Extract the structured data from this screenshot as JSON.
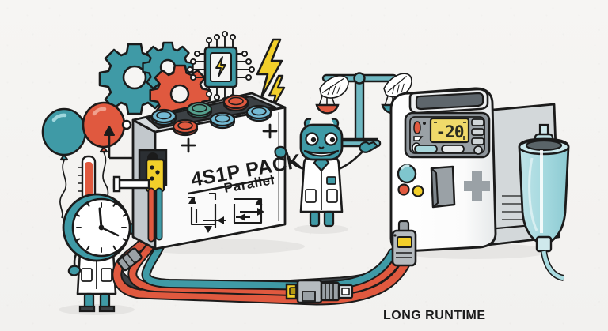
{
  "illustration": {
    "title": "Portable medical suction device powered by a 4S1P battery pack",
    "style": "flat vector line illustration on off-white paper texture",
    "background_color": "#f4f3f1"
  },
  "palette": {
    "teal": "#3f9aa6",
    "teal_light": "#7fc6ce",
    "teal_pale": "#a9dbe0",
    "red": "#e0593f",
    "red_light": "#ec8b72",
    "yellow": "#f2cf2a",
    "yellow_pale": "#f6e38a",
    "gray_dark": "#3c4145",
    "gray_mid": "#8d949a",
    "gray_light": "#c7cdd1",
    "white": "#ffffff",
    "ink": "#1b1b1b"
  },
  "caption": {
    "text": "LONG RUNTIME"
  },
  "battery": {
    "label_main": "4S1P PACK",
    "label_sub": "Parallel",
    "terminal_positive_left": "+",
    "terminal_positive_right": "+",
    "cell_caps": [
      {
        "name": "cap-rear-left",
        "color": "#5aa8c4"
      },
      {
        "name": "cap-rear-mid",
        "color": "#4f9e8a"
      },
      {
        "name": "cap-rear-right",
        "color": "#e0593f"
      },
      {
        "name": "cap-front-left",
        "color": "#e0593f"
      },
      {
        "name": "cap-front-mid",
        "color": "#5aa8c4"
      },
      {
        "name": "cap-front-right",
        "color": "#5aa8c4"
      }
    ],
    "connector_block_color": "#f2cf2a",
    "wire_red": "#e0593f",
    "wire_teal": "#3f9aa6"
  },
  "machine": {
    "display_value": "-20",
    "display_backlight": "#f0da6a",
    "cross_symbol": "+",
    "buttons": [
      {
        "name": "round-button-teal",
        "color": "#7fc6ce"
      },
      {
        "name": "round-button-red",
        "color": "#e0593f"
      },
      {
        "name": "round-button-yellow",
        "color": "#f2cf2a"
      }
    ],
    "panel_soft_keys": 4,
    "canister_color": "#a9dbe0"
  },
  "icons": [
    {
      "name": "gear-large-icon",
      "color": "#3f9aa6"
    },
    {
      "name": "gear-small-icon",
      "color": "#3f9aa6"
    },
    {
      "name": "gear-red-icon",
      "color": "#e0593f"
    },
    {
      "name": "microchip-icon",
      "color": "#3f9aa6",
      "inner": "lightning-bolt"
    },
    {
      "name": "lightning-bolt-large-icon",
      "color": "#f2cf2a"
    },
    {
      "name": "lightning-bolt-small-icon",
      "color": "#f2cf2a"
    },
    {
      "name": "balance-scale-icon",
      "color": "#3f9aa6",
      "pan_left": "#e0593f",
      "pan_right": "#3f9aa6",
      "contents": "feather"
    }
  ],
  "characters": [
    {
      "name": "clock-character",
      "head": "analog-clock-face",
      "outfit": "lab-coat",
      "accessories": [
        "balloon-teal",
        "balloon-red",
        "thermometer"
      ]
    },
    {
      "name": "robot-character",
      "head": "teal-robot-face",
      "outfit": "lab-coat",
      "pose": "pointing-right"
    }
  ],
  "hoses": [
    {
      "name": "hose-red",
      "color": "#e0593f"
    },
    {
      "name": "hose-teal",
      "color": "#3f9aa6"
    },
    {
      "name": "hose-dark",
      "color": "#3c4145"
    }
  ],
  "connectors": [
    {
      "name": "inline-connector-yellow",
      "accent": "#f2cf2a"
    },
    {
      "name": "vertical-connector-module",
      "accent": "#f2cf2a"
    },
    {
      "name": "small-hose-clamp",
      "color": "#8d949a"
    }
  ]
}
